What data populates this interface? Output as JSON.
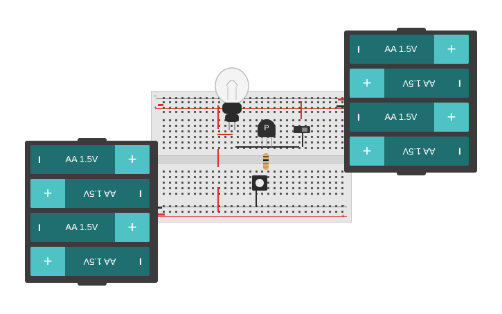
{
  "colors": {
    "cell_body": "#1f6e70",
    "cell_cap": "#4ec2c4",
    "wire_red": "#d9302c",
    "wire_dark": "#2d2d2d",
    "breadboard": "#e6e6e6"
  },
  "battery_left": {
    "cells": [
      {
        "label": "AA 1.5V",
        "pos": "+",
        "neg": "I",
        "flipped": false
      },
      {
        "label": "AA 1.5V",
        "pos": "+",
        "neg": "I",
        "flipped": true
      },
      {
        "label": "AA 1.5V",
        "pos": "+",
        "neg": "I",
        "flipped": false
      },
      {
        "label": "AA 1.5V",
        "pos": "+",
        "neg": "I",
        "flipped": true
      }
    ]
  },
  "battery_right": {
    "cells": [
      {
        "label": "AA 1.5V",
        "pos": "+",
        "neg": "I",
        "flipped": false
      },
      {
        "label": "AA 1.5V",
        "pos": "+",
        "neg": "I",
        "flipped": true
      },
      {
        "label": "AA 1.5V",
        "pos": "+",
        "neg": "I",
        "flipped": false
      },
      {
        "label": "AA 1.5V",
        "pos": "+",
        "neg": "I",
        "flipped": true
      }
    ]
  },
  "transistor": {
    "label": "P"
  },
  "breadboard": {
    "rail_plus": "+",
    "rail_minus": "−"
  }
}
